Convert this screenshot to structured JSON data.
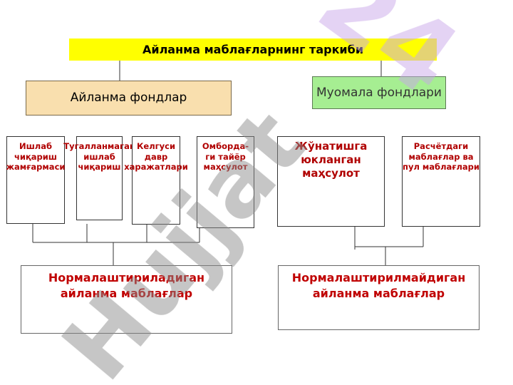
{
  "title": "Айланма маблағларнинг таркиби",
  "groups": {
    "left": "Айланма фондлар",
    "right": "Муомала фондлари"
  },
  "items": [
    "Ишлаб чиқариш жамғармаси",
    "Тугалланмаган ишлаб чиқариш",
    "Келгуси давр харажатлари",
    "Омборда-ги тайёр маҳсулот",
    "Жўнатишга юкланган маҳсулот",
    "Расчётдаги маблағлар ва пул маблағлари"
  ],
  "bottom": {
    "left": "Нормалаштириладиган айланма маблағлар",
    "right": "Нормалаштирилмайдиган айланма маблағлар"
  },
  "watermark": "Hujjat"
}
